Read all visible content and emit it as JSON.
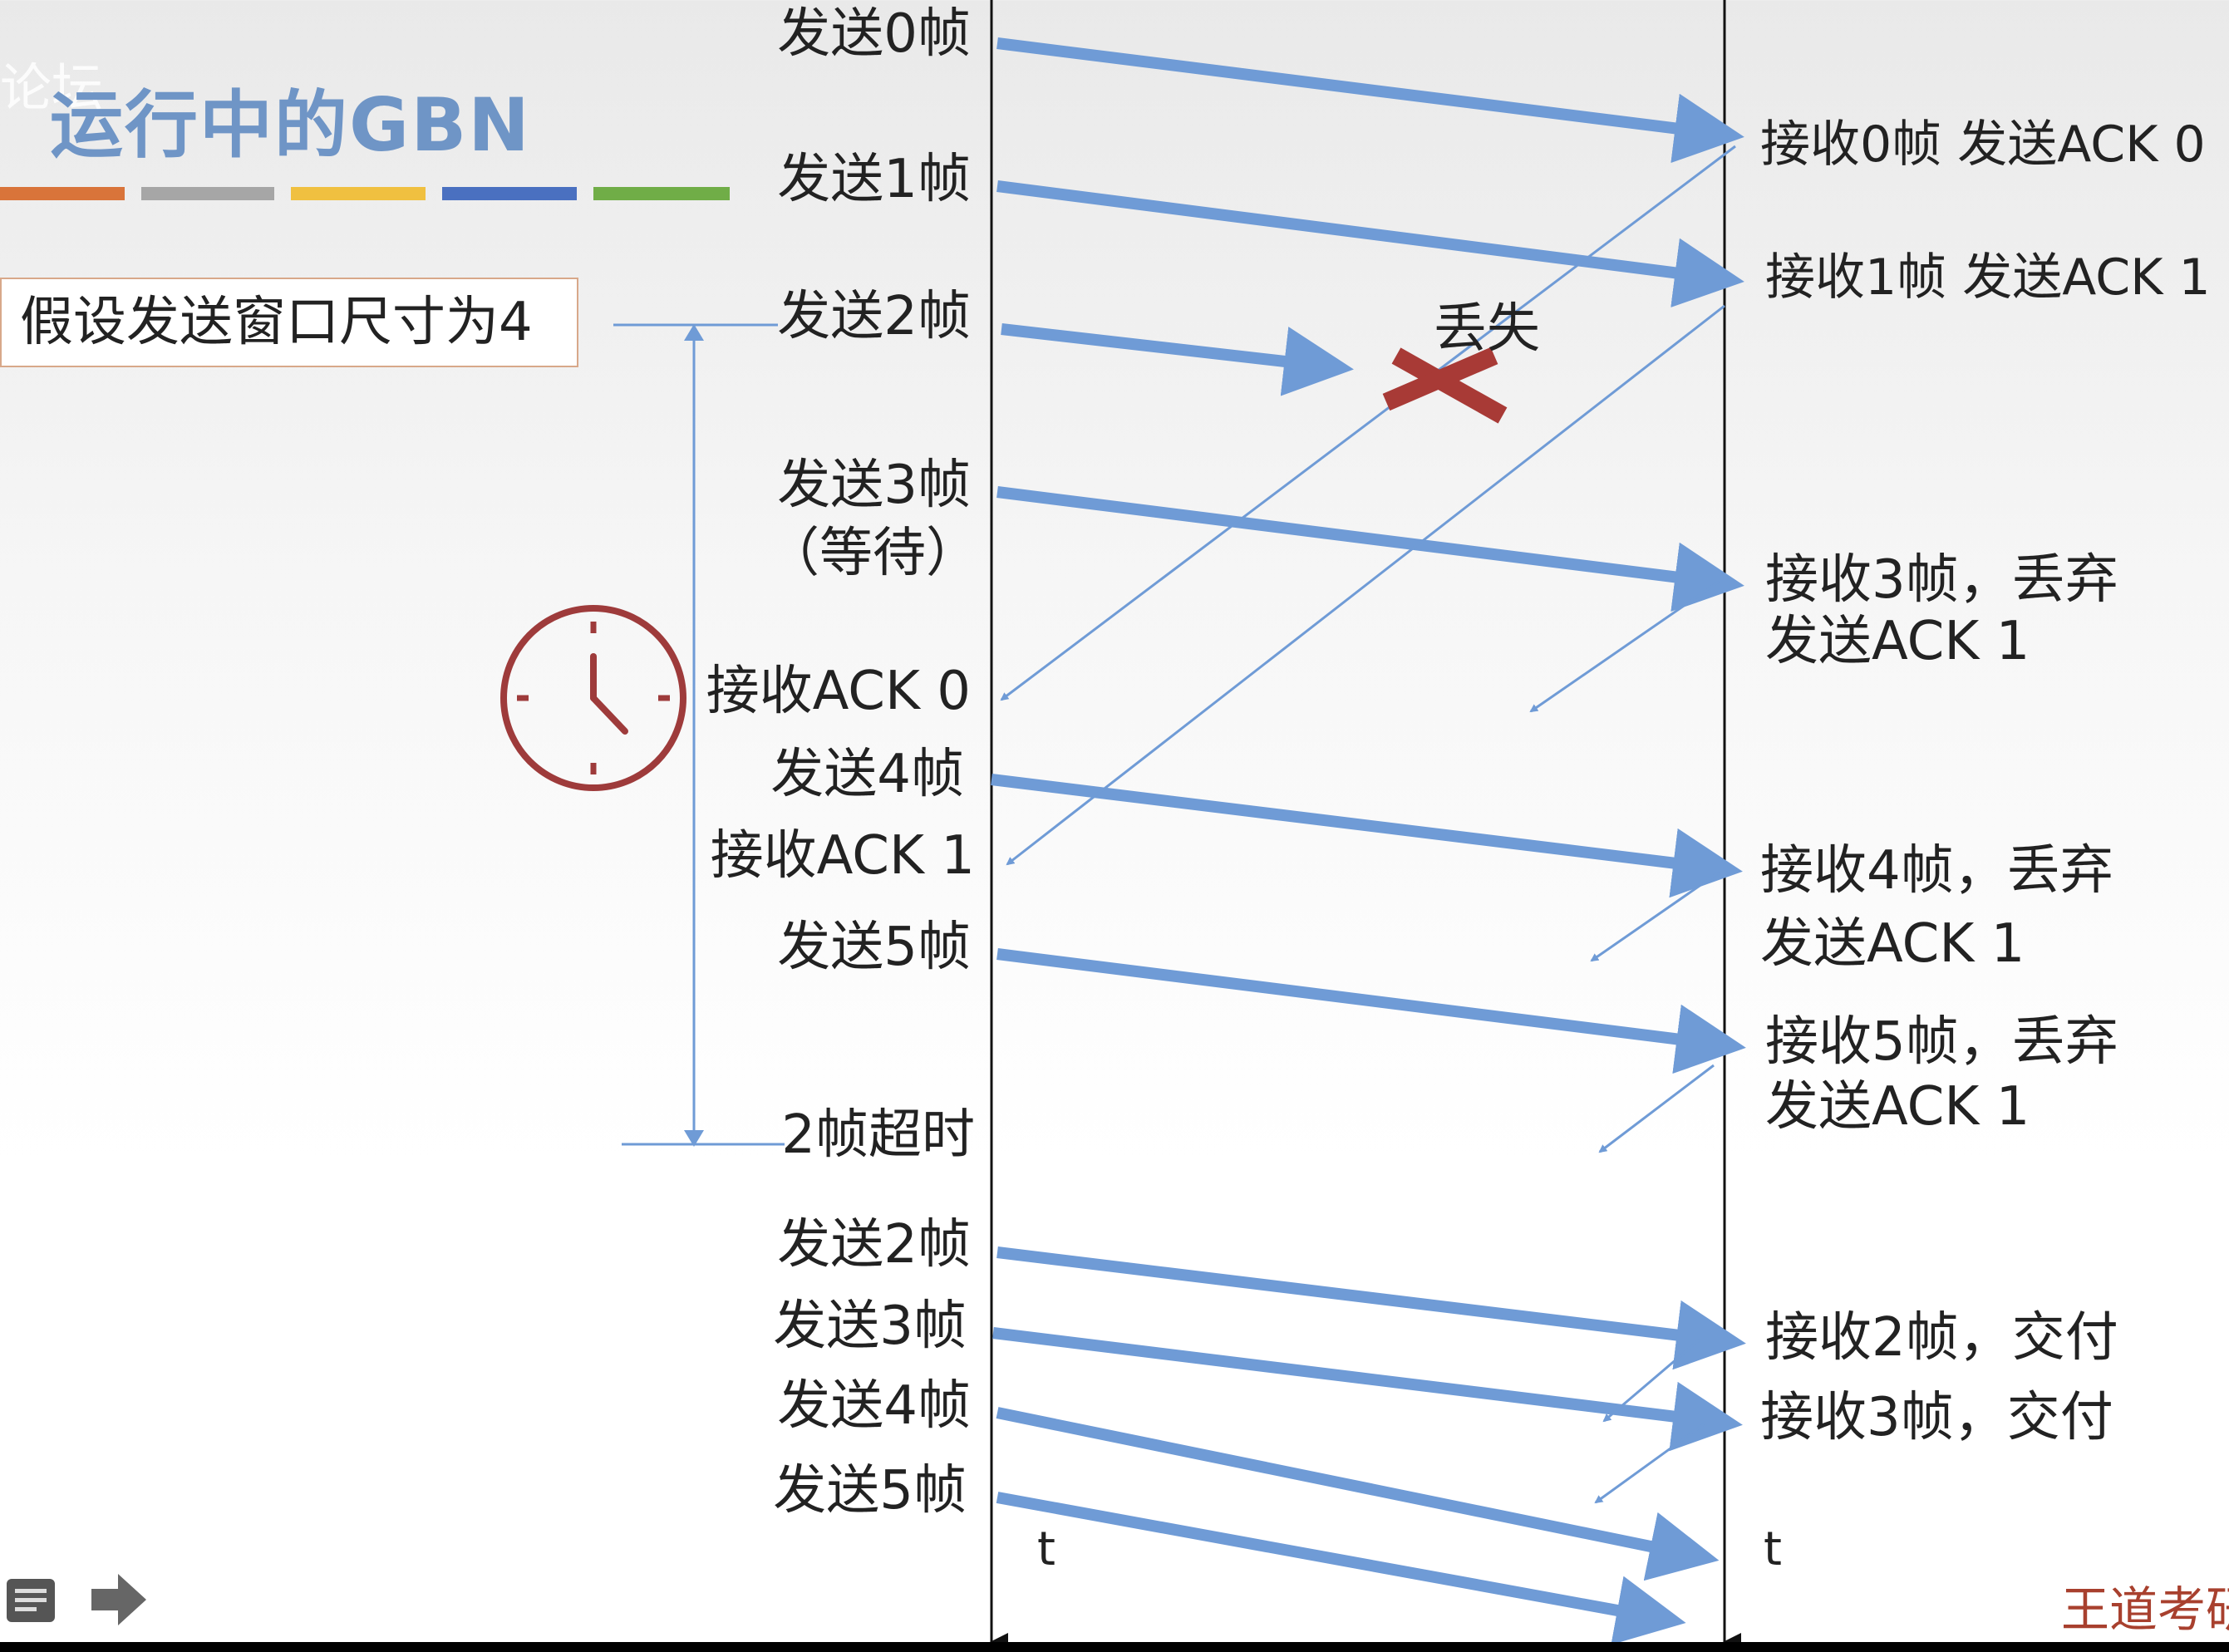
{
  "slide": {
    "title": "运行中的GBN",
    "watermark": "论坛",
    "window_note": "假设发送窗口尺寸为4",
    "lost_label": "丢失",
    "brand": "王道考研",
    "time_label": "t",
    "stripe_colors": [
      "#d9743a",
      "#a6a6a6",
      "#f0c040",
      "#4a70c0",
      "#70ad47"
    ],
    "arrow_color": "#6f9bd6",
    "lost_color": "#a83a36",
    "clock_color": "#9e3b3b"
  },
  "sender": {
    "events": [
      "发送0帧",
      "发送1帧",
      "发送2帧",
      "发送3帧",
      "（等待）",
      "接收ACK 0",
      "发送4帧",
      "接收ACK 1",
      "发送5帧",
      "2帧超时",
      "发送2帧",
      "发送3帧",
      "发送4帧",
      "发送5帧"
    ]
  },
  "receiver": {
    "events": [
      "接收0帧 发送ACK 0",
      "接收1帧 发送ACK 1",
      "接收3帧，丢弃",
      "发送ACK 1",
      "接收4帧，丢弃",
      "发送ACK 1",
      "接收5帧，丢弃",
      "发送ACK 1",
      "接收2帧，交付",
      "接收3帧，交付"
    ]
  }
}
